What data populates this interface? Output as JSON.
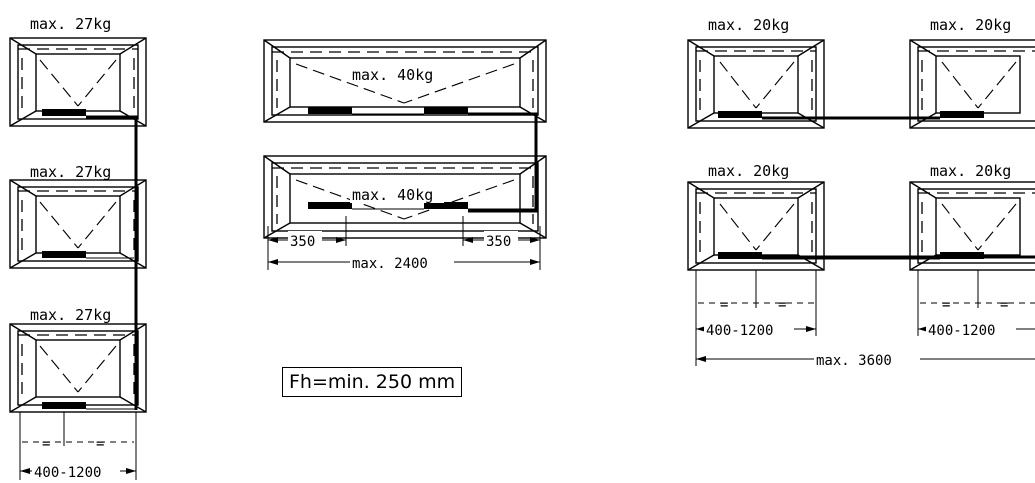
{
  "labels": {
    "left": [
      "max. 27kg",
      "max. 27kg",
      "max. 27kg"
    ],
    "middle": [
      "max. 40kg",
      "max. 40kg"
    ],
    "right": [
      "max. 20kg",
      "max. 20kg",
      "max. 20kg",
      "max. 20kg"
    ]
  },
  "dimensions": {
    "left_spacing": "400-1200",
    "mid_offset_left": "350",
    "mid_offset_right": "350",
    "mid_total": "max. 2400",
    "right_spacing_a": "400-1200",
    "right_spacing_b": "400-1200",
    "right_total": "max. 3600",
    "equal_mark": "="
  },
  "note": "Fh=min. 250 mm"
}
